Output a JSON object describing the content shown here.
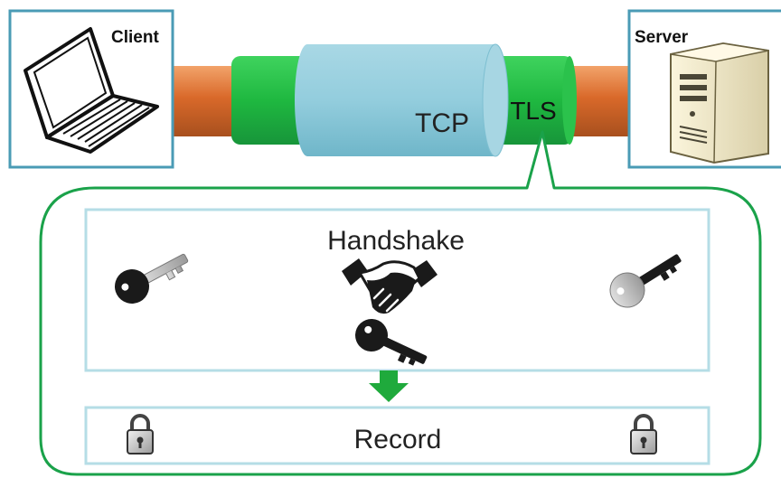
{
  "client": {
    "label": "Client",
    "icon": "laptop-icon"
  },
  "server": {
    "label": "Server",
    "icon": "server-tower-icon"
  },
  "layers": {
    "tcp": "TCP",
    "tls": "TLS"
  },
  "tls_detail": {
    "handshake": {
      "title": "Handshake",
      "icons": [
        "key-icon",
        "handshake-icon",
        "key-icon",
        "key-icon"
      ]
    },
    "record": {
      "title": "Record",
      "icons": [
        "padlock-icon",
        "padlock-icon"
      ]
    }
  },
  "colors": {
    "frame": "#4a9bb5",
    "panel_border": "#b5dde6",
    "tls_green": "#22bb44",
    "tls_outline": "#1aa24a",
    "tcp_blue": "#93cddd",
    "pipe_orange": "#e07b3a",
    "arrow_green": "#1faa3c"
  }
}
